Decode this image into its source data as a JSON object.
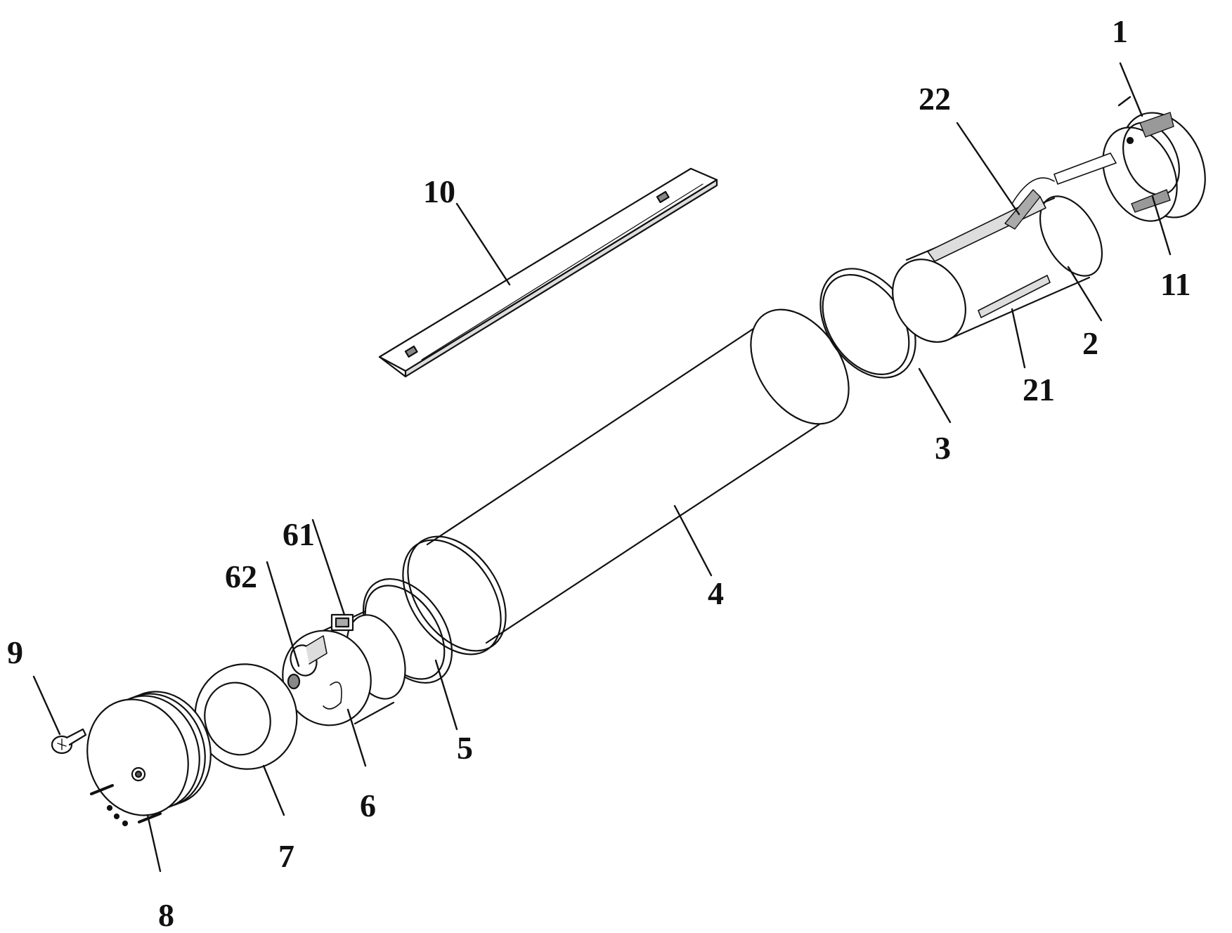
{
  "colors": {
    "line": "#111111",
    "background": "#ffffff",
    "fill": "#ffffff",
    "shade": "#cccccc"
  },
  "labels": {
    "l1": "1",
    "l2": "2",
    "l3": "3",
    "l4": "4",
    "l5": "5",
    "l6": "6",
    "l7": "7",
    "l8": "8",
    "l9": "9",
    "l10": "10",
    "l11": "11",
    "l21": "21",
    "l22": "22",
    "l61": "61",
    "l62": "62"
  }
}
